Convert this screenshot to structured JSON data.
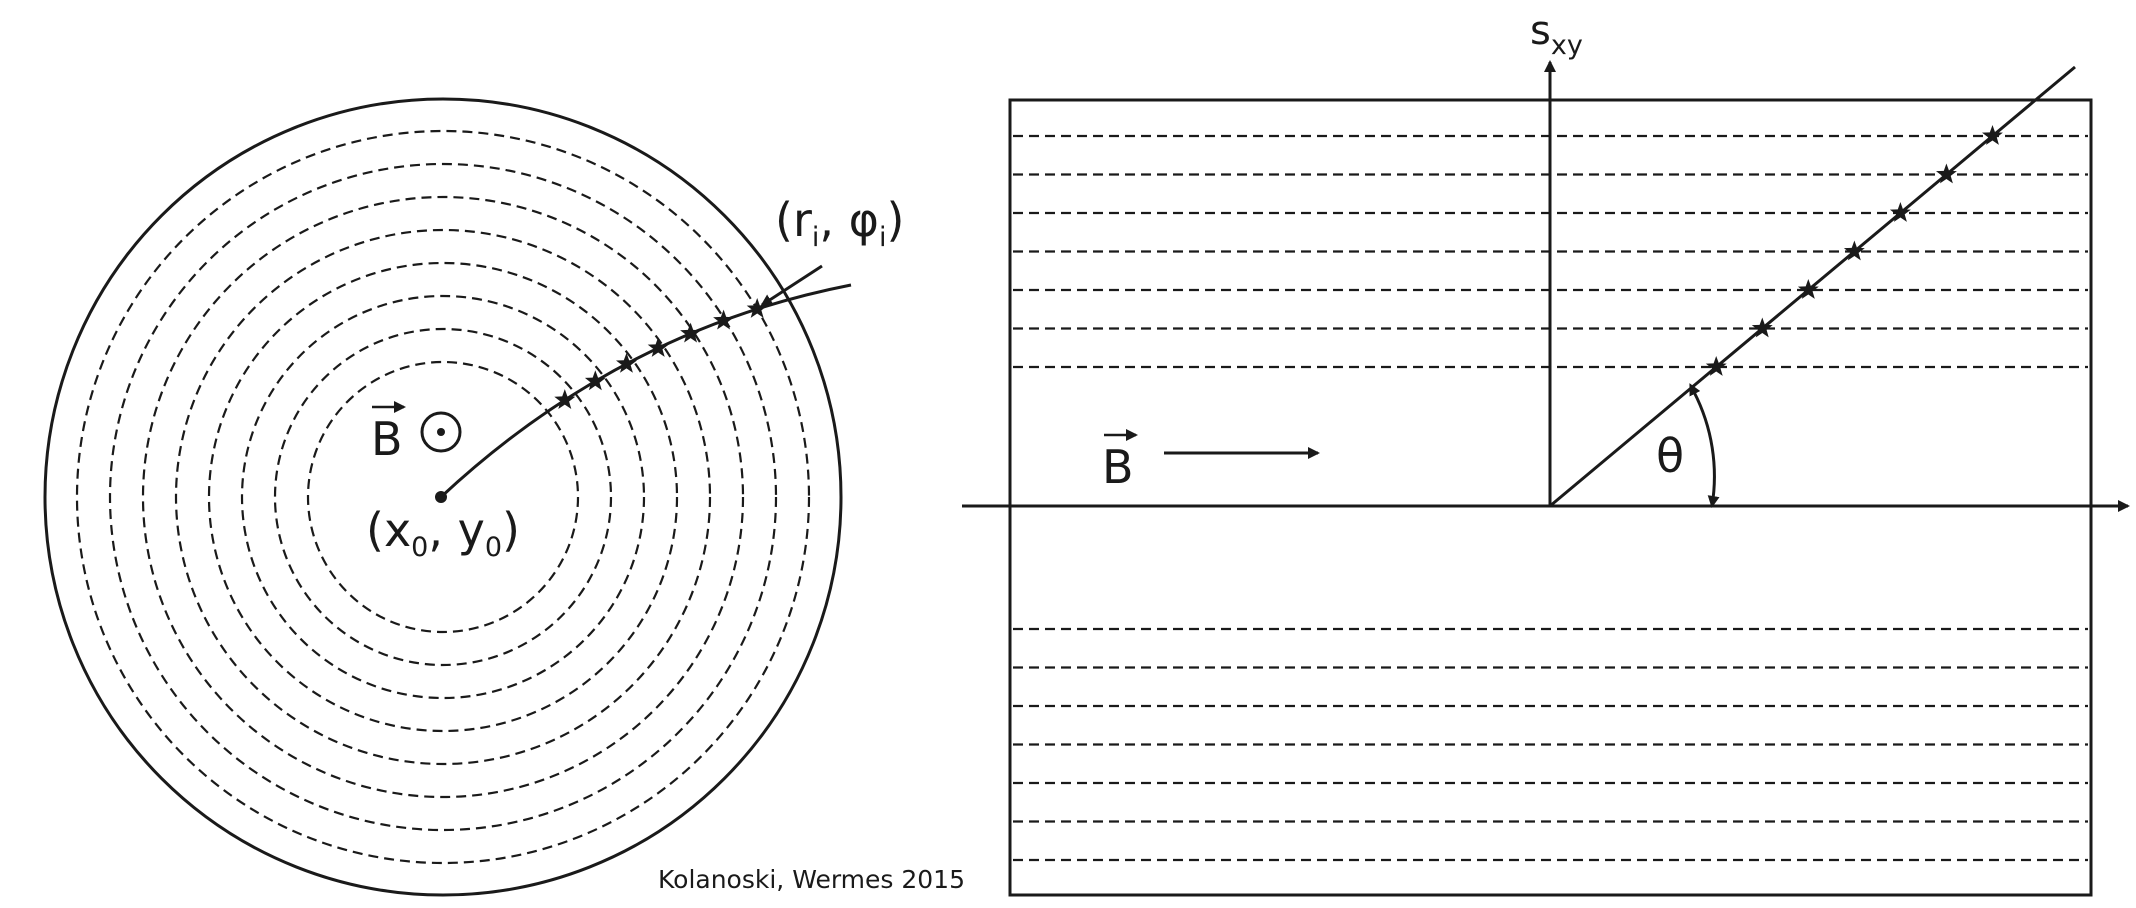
{
  "left_panel": {
    "field_label": "B",
    "field_symbol": "⊙",
    "origin_label": {
      "open": "(x",
      "sub1": "0",
      "mid": ", y",
      "sub2": "0",
      "close": ")"
    },
    "hit_label": {
      "open": "(r",
      "sub1": "i",
      "mid": ", φ",
      "sub2": "i",
      "close": ")"
    },
    "hit_count": 7,
    "layer_count": 8
  },
  "right_panel": {
    "axis_label": {
      "base": "s",
      "sub": "xy"
    },
    "field_label": "B",
    "angle_label": "θ",
    "hit_count": 7
  },
  "credit": "Kolanoski, Wermes 2015",
  "colors": {
    "ink": "#1a1a1a",
    "background": "#ffffff"
  }
}
